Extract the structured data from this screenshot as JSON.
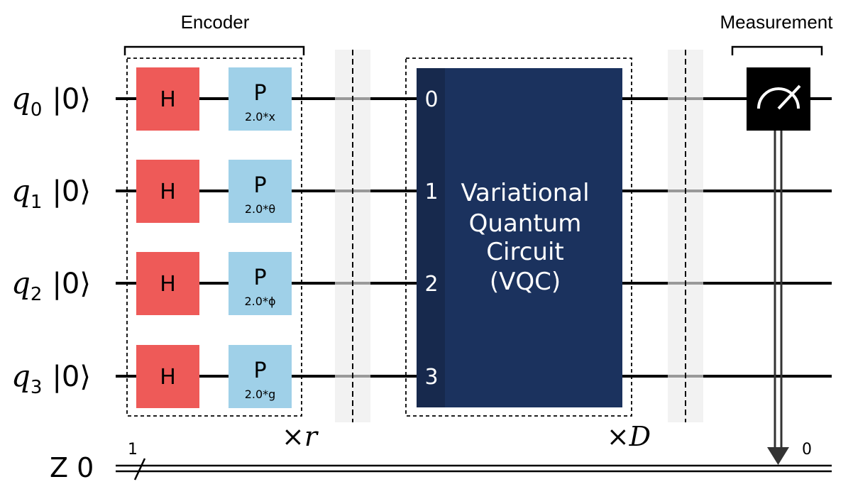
{
  "colors": {
    "h_gate": "#ee5a58",
    "p_gate": "#9fd0e8",
    "vqc_block": "#1b325e",
    "wire": "#000000",
    "measure_box": "#000000",
    "barrier_shade": "#eeeeee",
    "barrier_wire": "#999999"
  },
  "encoder": {
    "title": "Encoder",
    "repeat_label": "×r"
  },
  "qubits": [
    {
      "name": "q",
      "index": "0",
      "state": "|0⟩",
      "h_label": "H",
      "p_label": "P",
      "p_param": "2.0*x",
      "vqc_index": "0"
    },
    {
      "name": "q",
      "index": "1",
      "state": "|0⟩",
      "h_label": "H",
      "p_label": "P",
      "p_param": "2.0*θ",
      "vqc_index": "1"
    },
    {
      "name": "q",
      "index": "2",
      "state": "|0⟩",
      "h_label": "H",
      "p_label": "P",
      "p_param": "2.0*ϕ",
      "vqc_index": "2"
    },
    {
      "name": "q",
      "index": "3",
      "state": "|0⟩",
      "h_label": "H",
      "p_label": "P",
      "p_param": "2.0*g",
      "vqc_index": "3"
    }
  ],
  "vqc": {
    "lines": [
      "Variational",
      "Quantum",
      "Circuit",
      "(VQC)"
    ],
    "repeat_label": "×D"
  },
  "measurement": {
    "title": "Measurement",
    "icon": "meter-icon",
    "target_bit": "0"
  },
  "classical_register": {
    "label": "Z 0",
    "width": "1"
  }
}
